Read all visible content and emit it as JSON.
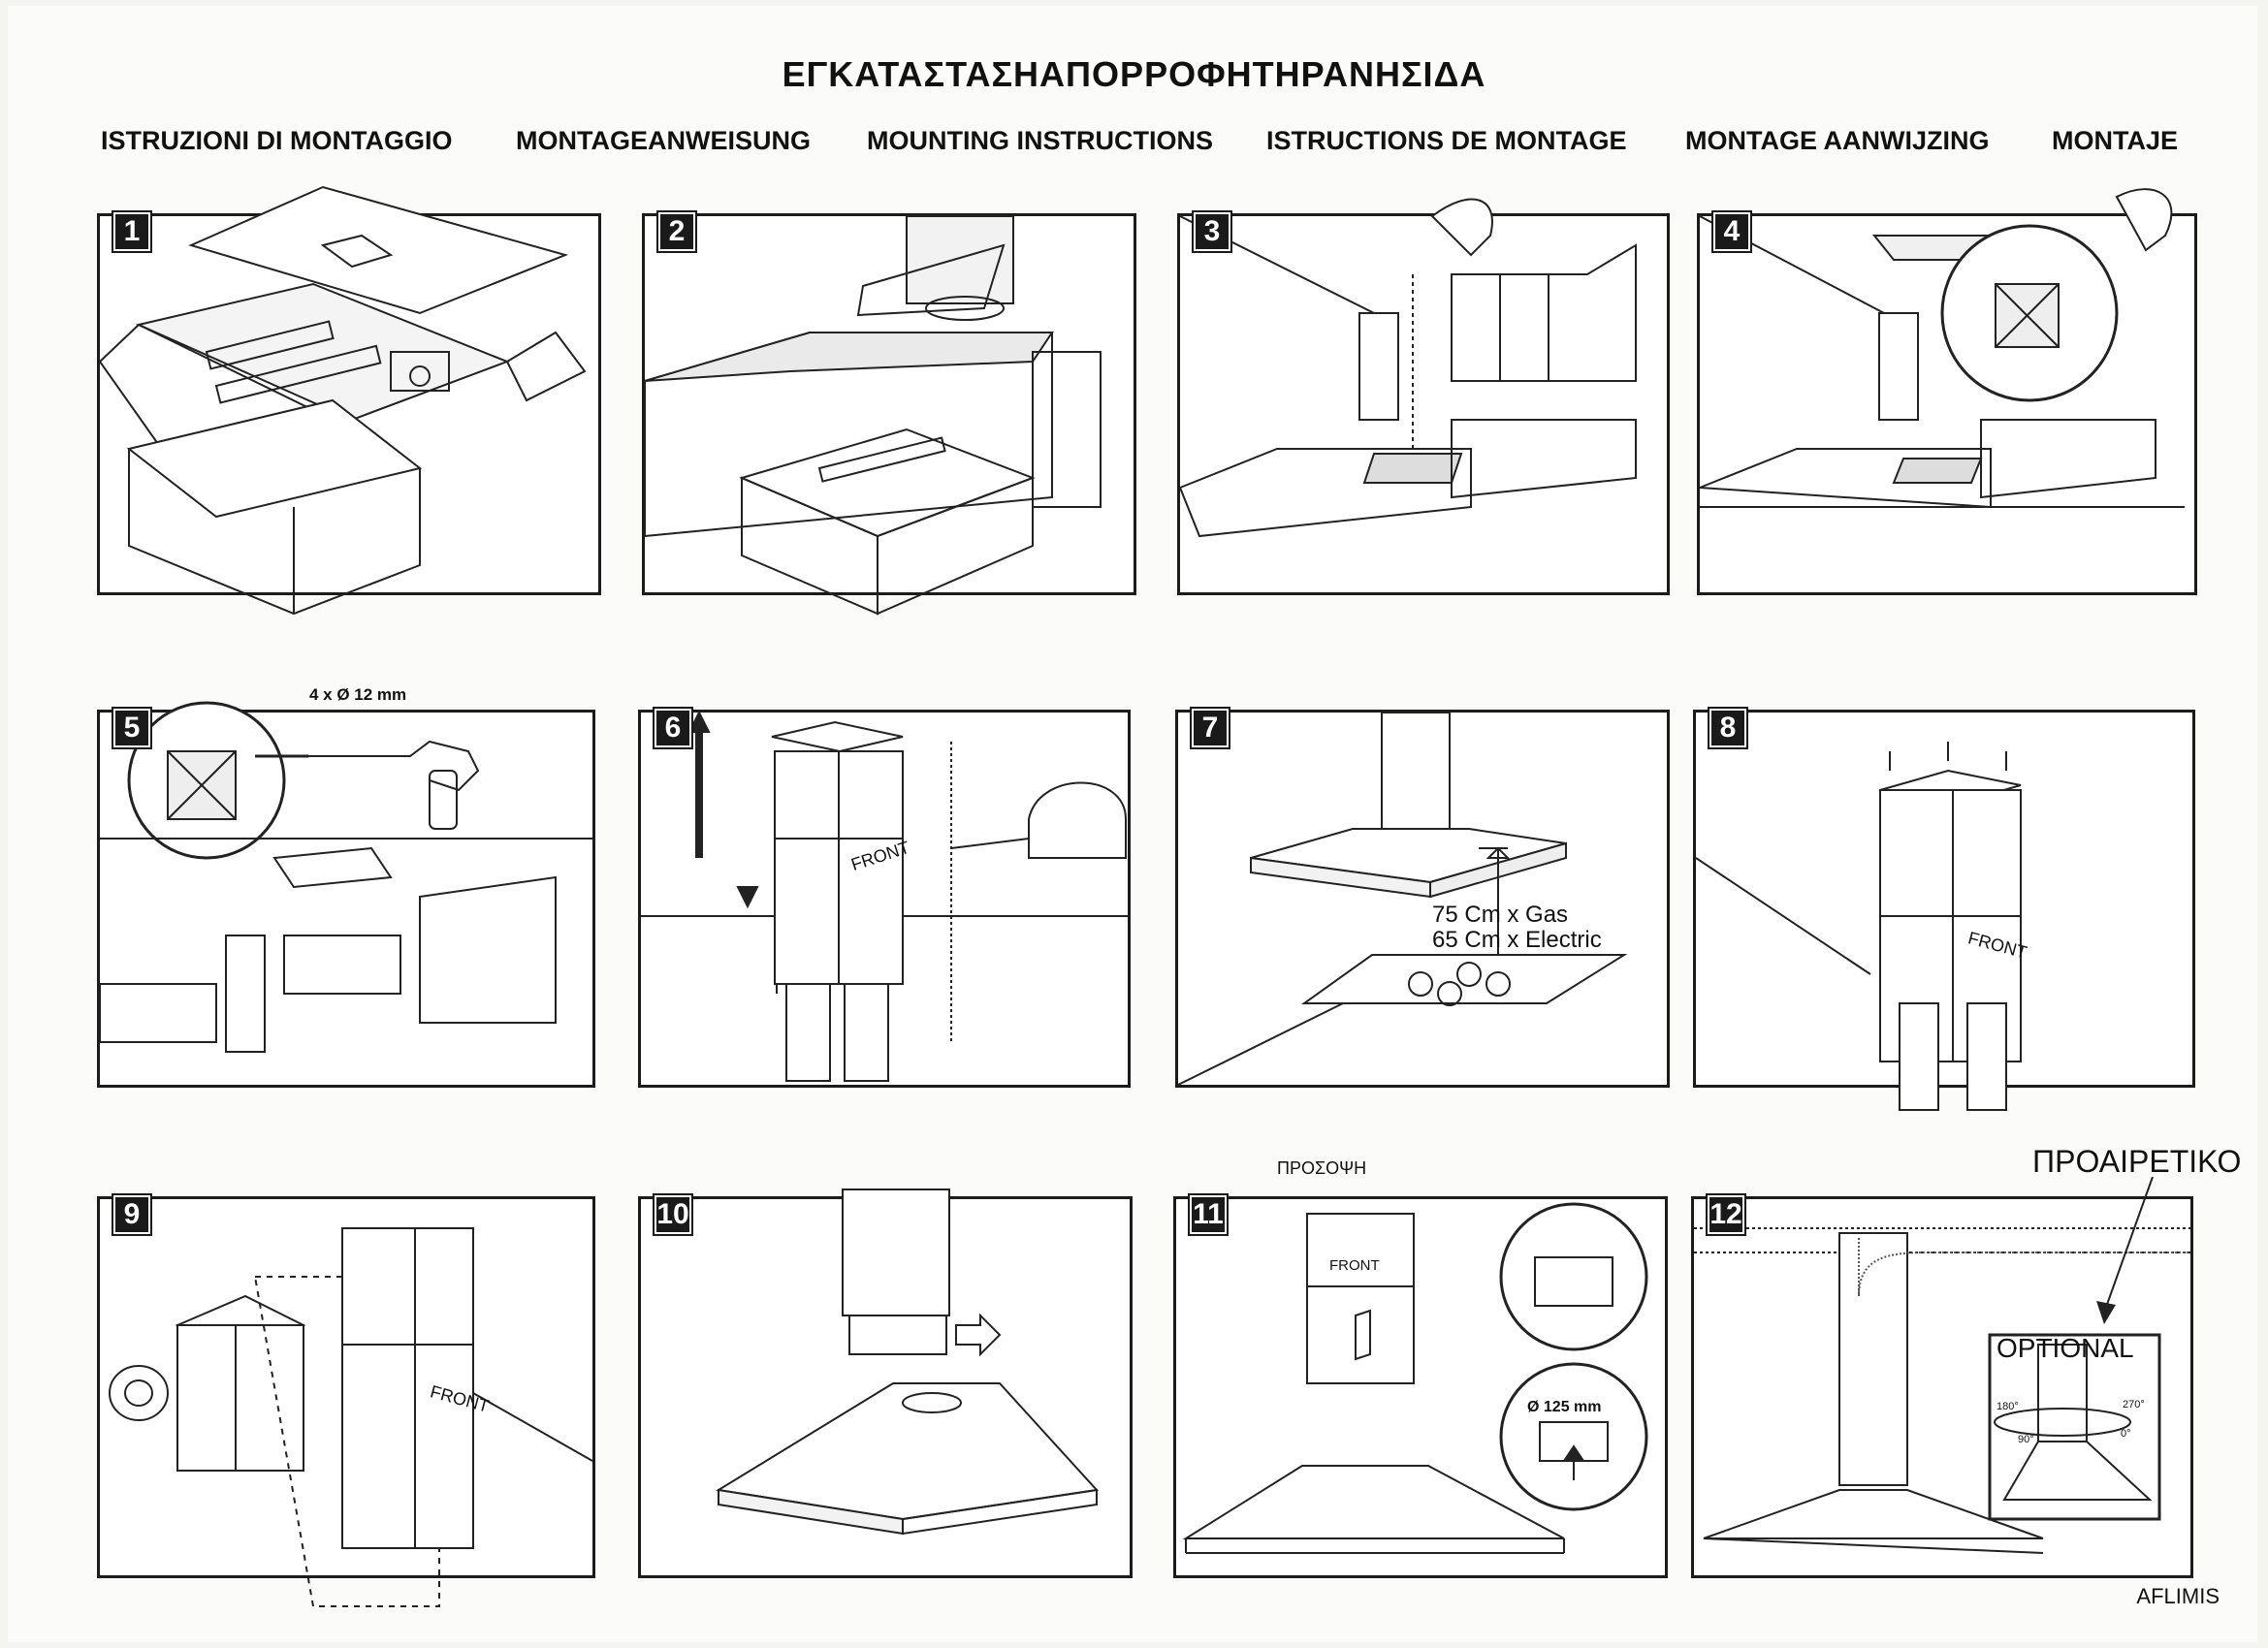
{
  "title": "ΕΓΚΑΤΑΣΤΑΣΗΑΠΟΡΡΟΦΗΤΗΡΑΝΗΣΙΔΑ",
  "headers": [
    "ISTRUZIONI DI MONTAGGIO",
    "MONTAGEANWEISUNG",
    "MOUNTING INSTRUCTIONS",
    "ISTRUCTIONS DE MONTAGE",
    "MONTAGE AANWIJZING",
    "MONTAJE"
  ],
  "steps": {
    "s1": "1",
    "s2": "2",
    "s3": "3",
    "s4": "4",
    "s5": "5",
    "s6": "6",
    "s7": "7",
    "s8": "8",
    "s9": "9",
    "s10": "10",
    "s11": "11",
    "s12": "12"
  },
  "labels": {
    "drill_spec": "4 x Ø 12 mm",
    "front": "FRONT",
    "height_gas": "75 Cm x Gas",
    "height_electric": "65 Cm x Electric",
    "prosopsi": "ΠΡΟΣΟΨΗ",
    "duct_diameter": "Ø 125 mm",
    "proairetiko": "ΠΡΟΑΙΡΕΤΙΚΟ",
    "optional": "OPTIONAL",
    "deg180": "180°",
    "deg270": "270°",
    "deg90": "90°",
    "deg0": "0°"
  },
  "footer": "AFLIMIS",
  "icons": [
    "box-icon",
    "kitchen-icon",
    "hand-pen-icon",
    "drill-icon",
    "measuring-tape-icon",
    "hood-icon",
    "tape-roll-icon",
    "arrow-icon",
    "duct-icon"
  ]
}
